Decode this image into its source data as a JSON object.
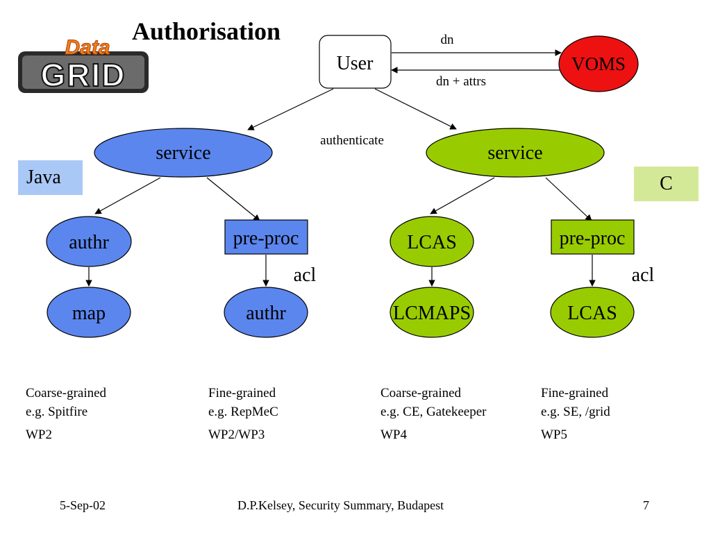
{
  "slide": {
    "title": "Authorisation",
    "logo": {
      "text_top": "Data",
      "text_bottom": "GRID"
    }
  },
  "diagram": {
    "user": "User",
    "voms": "VOMS",
    "arrow_dn": "dn",
    "arrow_dn_attrs": "dn + attrs",
    "authenticate": "authenticate",
    "service_java": "service",
    "service_c": "service",
    "java_authr": "authr",
    "java_map": "map",
    "java_preproc": "pre-proc",
    "java_authr2": "authr",
    "java_acl": "acl",
    "c_lcas": "LCAS",
    "c_lcmaps": "LCMAPS",
    "c_preproc": "pre-proc",
    "c_lcas2": "LCAS",
    "c_acl": "acl",
    "tag_java": "Java",
    "tag_c": "C",
    "colors": {
      "blue": "#5b86ee",
      "green": "#99cc00",
      "red": "#ee1111",
      "java_tag": "#a9c8f6",
      "c_tag": "#d4e998"
    }
  },
  "notes": [
    {
      "line1": "Coarse-grained",
      "line2": "e.g. Spitfire",
      "wp": "WP2"
    },
    {
      "line1": "Fine-grained",
      "line2": "e.g. RepMeC",
      "wp": "WP2/WP3"
    },
    {
      "line1": "Coarse-grained",
      "line2": "e.g. CE, Gatekeeper",
      "wp": "WP4"
    },
    {
      "line1": "Fine-grained",
      "line2": "e.g. SE, /grid",
      "wp": "WP5"
    }
  ],
  "footer": {
    "date": "5-Sep-02",
    "center": "D.P.Kelsey, Security Summary, Budapest",
    "page": "7"
  }
}
